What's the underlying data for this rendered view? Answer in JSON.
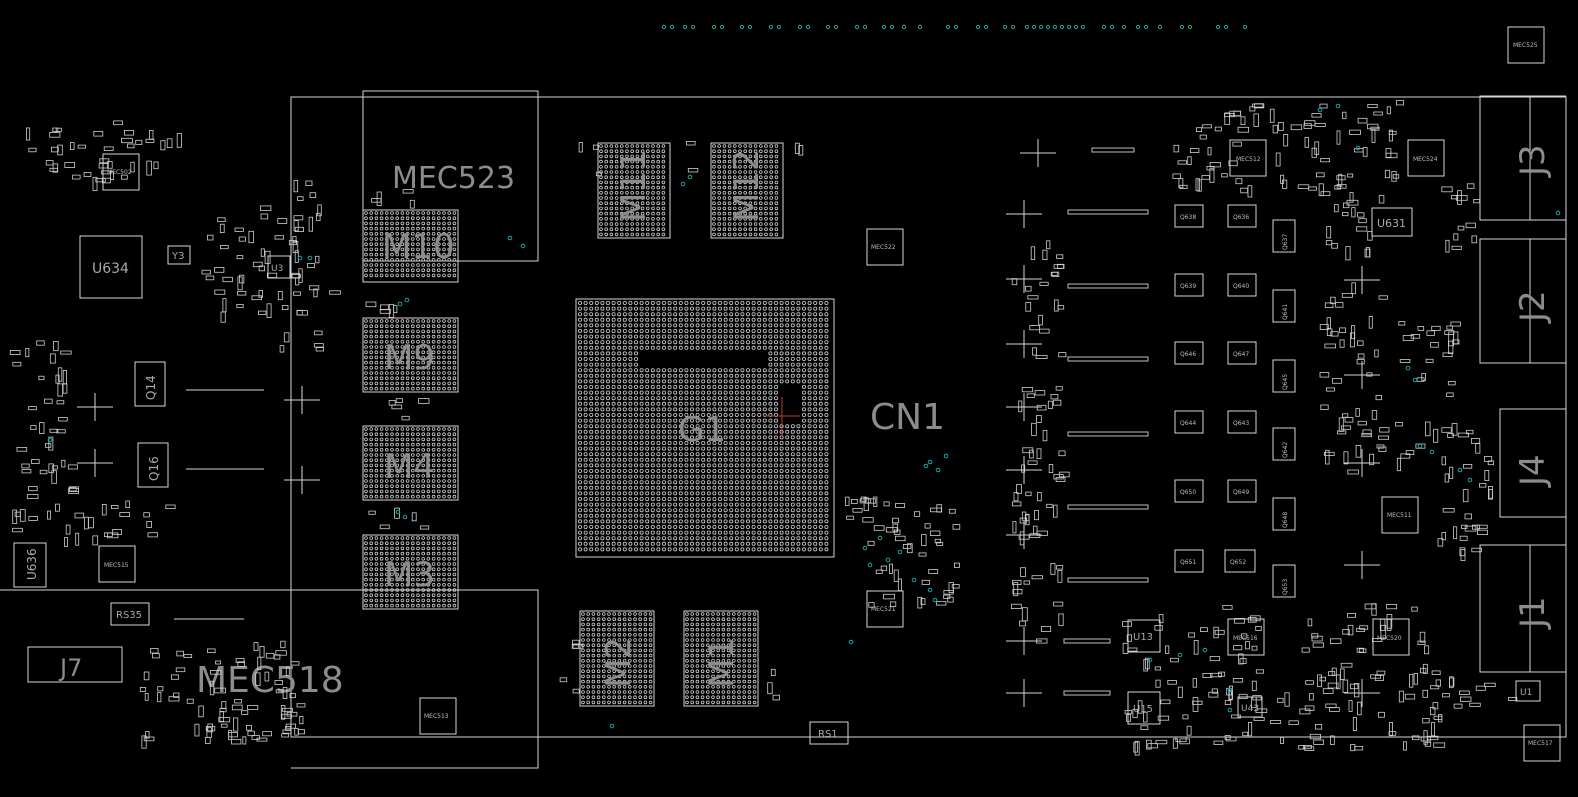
{
  "colors": {
    "background": "#000000",
    "outline": "#d6d6d6",
    "label": "#8c8c8c",
    "via": "#19a3a3",
    "marker": "#c0392b"
  },
  "labels": {
    "G1": "G1",
    "CN1": "CN1",
    "MEC523": "MEC523",
    "MEC518": "MEC518",
    "M1": "M1",
    "M2": "M2",
    "M3": "M3",
    "M4": "M4",
    "M9": "M9",
    "M10": "M10",
    "M11": "M11",
    "M12": "M12",
    "J1": "J1",
    "J2": "J2",
    "J3": "J3",
    "J4": "J4",
    "J7": "J7",
    "U634": "U634",
    "U636": "U636",
    "U631": "U631",
    "U13": "U13",
    "U15": "U15",
    "U43": "U43",
    "U1": "U1",
    "U3": "U3",
    "Q14": "Q14",
    "Q16": "Q16",
    "RS1": "RS1",
    "RS35": "RS35",
    "Y3": "Y3",
    "Q636": "Q636",
    "Q637": "Q637",
    "Q638": "Q638",
    "Q639": "Q639",
    "Q640": "Q640",
    "Q641": "Q641",
    "Q642": "Q642",
    "Q643": "Q643",
    "Q644": "Q644",
    "Q645": "Q645",
    "Q646": "Q646",
    "Q647": "Q647",
    "Q648": "Q648",
    "Q649": "Q649",
    "Q650": "Q650",
    "Q651": "Q651",
    "Q652": "Q652",
    "Q653": "Q653",
    "MEC502": "MEC502",
    "MEC512": "MEC512",
    "MEC524": "MEC524",
    "MEC525": "MEC525",
    "MEC511": "MEC511",
    "MEC515": "MEC515",
    "MEC513": "MEC513",
    "MEC520": "MEC520",
    "MEC521": "MEC521",
    "MEC522": "MEC522",
    "MEC517": "MEC517",
    "MEC516": "MEC516"
  }
}
